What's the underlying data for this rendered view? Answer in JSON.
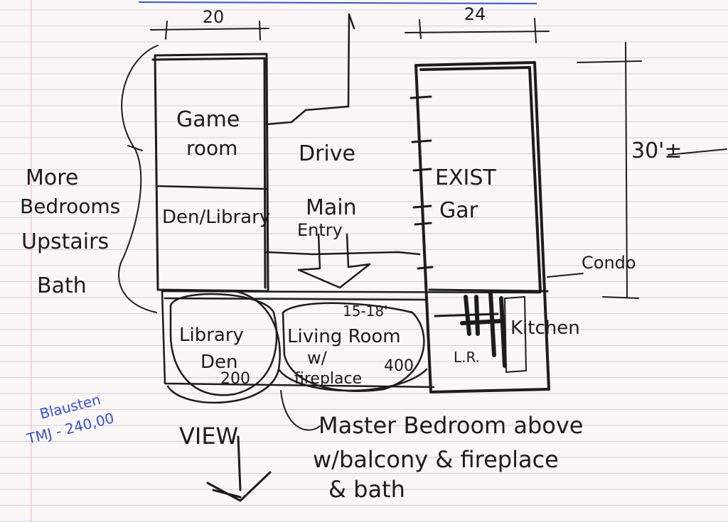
{
  "colors": {
    "paper": "#fbf7f6",
    "ruling": "#c9cfe6",
    "margin_line": "#e7b5b8",
    "ink": "#1c1c1c",
    "blue_ink": "#3a54c8"
  },
  "dimensions": {
    "left_width": "20",
    "right_width": "24",
    "height": "30'±",
    "overhang": "15-18'"
  },
  "rooms": {
    "game_room_line1": "Game",
    "game_room_line2": "room",
    "den_library": "Den/Library",
    "drive": "Drive",
    "main_entry_line1": "Main",
    "main_entry_line2": "Entry",
    "exist_line1": "EXIST",
    "exist_line2": "Gar",
    "library_den_line1": "Library",
    "library_den_line2": "Den",
    "library_den_size": "200",
    "living_line1": "Living Room",
    "living_line2": "w/",
    "living_line3": "fireplace",
    "living_size": "400",
    "lr": "L.R.",
    "kitchen": "Kitchen",
    "condo": "Condo"
  },
  "notes": {
    "more_line1": "More",
    "more_line2": "Bedrooms",
    "more_line3": "Upstairs",
    "more_line4": "Bath",
    "view": "VIEW",
    "master_line1": "Master Bedroom above",
    "master_line2": "w/balcony & fireplace",
    "master_line3": "& bath",
    "blue_line1": "Blausten",
    "blue_line2": "TMJ - 240,00"
  }
}
